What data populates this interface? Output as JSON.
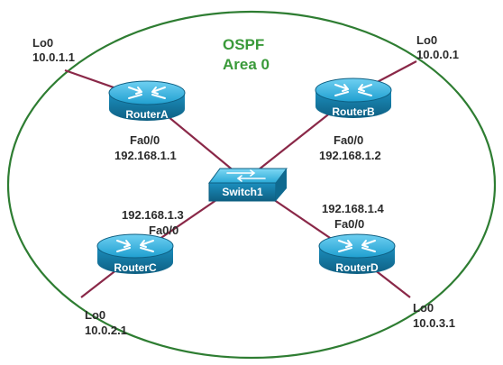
{
  "area": {
    "protocol": "OSPF",
    "name": "Area 0"
  },
  "colors": {
    "ellipse": "#2e7d32",
    "area_text": "#3a9a3a",
    "link": "#8a2848",
    "router_fill": "#1f9fd0",
    "router_dark": "#116e94",
    "label": "#2b2b2b"
  },
  "switch": {
    "name": "Switch1",
    "icon": "switch-icon"
  },
  "routers": [
    {
      "id": "a",
      "name": "RouterA",
      "icon": "router-icon",
      "lo_if": "Lo0",
      "lo_ip": "10.0.1.1",
      "fa_if": "Fa0/0",
      "fa_ip": "192.168.1.1"
    },
    {
      "id": "b",
      "name": "RouterB",
      "icon": "router-icon",
      "lo_if": "Lo0",
      "lo_ip": "10.0.0.1",
      "fa_if": "Fa0/0",
      "fa_ip": "192.168.1.2"
    },
    {
      "id": "c",
      "name": "RouterC",
      "icon": "router-icon",
      "lo_if": "Lo0",
      "lo_ip": "10.0.2.1",
      "fa_if": "Fa0/0",
      "fa_ip": "192.168.1.3"
    },
    {
      "id": "d",
      "name": "RouterD",
      "icon": "router-icon",
      "lo_if": "Lo0",
      "lo_ip": "10.0.3.1",
      "fa_if": "Fa0/0",
      "fa_ip": "192.168.1.4"
    }
  ]
}
